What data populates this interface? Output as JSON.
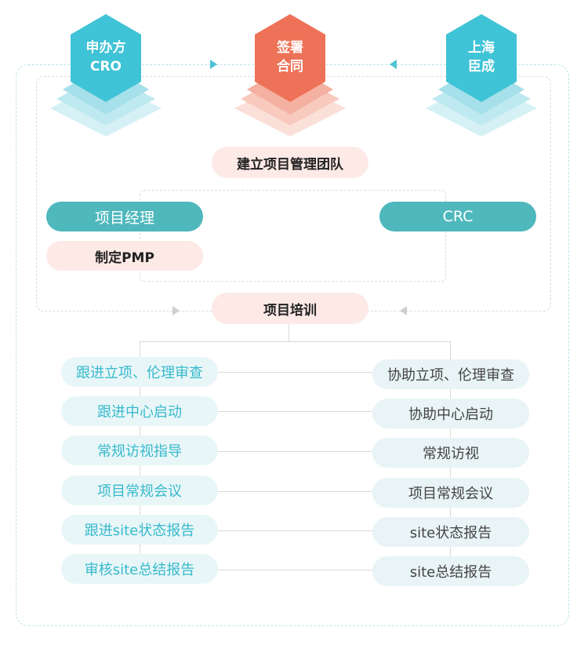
{
  "top_nodes": {
    "sponsor": {
      "line1": "申办方",
      "line2": "CRO"
    },
    "contract": {
      "line1": "签署",
      "line2": "合同"
    },
    "shanghai": {
      "line1": "上海",
      "line2": "臣成"
    }
  },
  "team_label": "建立项目管理团队",
  "pm_label": "项目经理",
  "crc_label": "CRC",
  "pmp_label": "制定PMP",
  "training_label": "项目培训",
  "pm_tasks": [
    "跟进立项、伦理审查",
    "跟进中心启动",
    "常规访视指导",
    "项目常规会议",
    "跟进site状态报告",
    "审核site总结报告"
  ],
  "crc_tasks": [
    "协助立项、伦理审查",
    "协助中心启动",
    "常规访视",
    "项目常规会议",
    "site状态报告",
    "site总结报告"
  ],
  "colors": {
    "teal_hex": "#3fc3d6",
    "coral_hex": "#ee7257",
    "pill_teal": "#4fb8bd",
    "pill_pink": "#fdeae6",
    "task_left_text": "#37b9cc"
  }
}
